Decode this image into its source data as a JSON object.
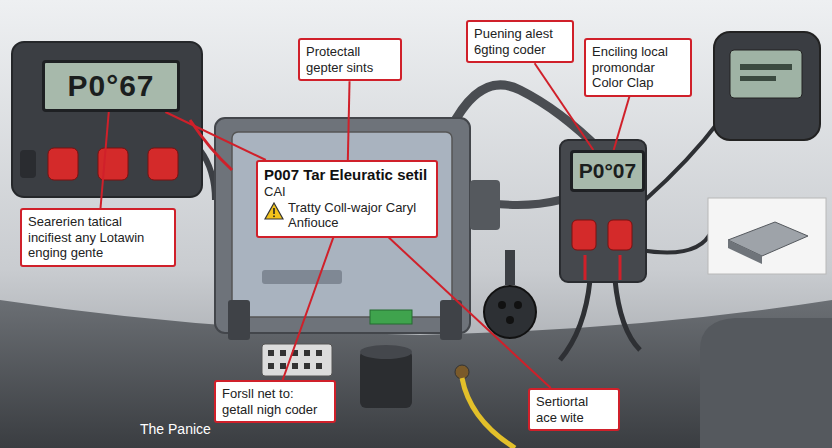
{
  "diagram": {
    "caption": "The Panice",
    "nodes": [
      {
        "text": [
          "P0°67"
        ]
      },
      {
        "text": [
          "Protectall gepter sints"
        ]
      },
      {
        "text": [
          "Puening alest 6gting coder"
        ]
      },
      {
        "text": [
          "Enciling local promondar Color Clap"
        ]
      },
      {
        "text": [
          "P007 Tar Eleuratic setil",
          "CAI",
          "Tratty Coll-wajor Caryl Anfiouce"
        ]
      },
      {
        "text": [
          "Searerien tatical incifiest any Lotawin enging gente"
        ]
      },
      {
        "text": [
          "P0°07"
        ]
      },
      {
        "text": [
          "Forsll net to: getall nigh coder"
        ]
      },
      {
        "text": [
          "Sertiortal ace wite"
        ]
      }
    ],
    "edges": [
      {
        "from": 5,
        "to": 0,
        "arrow": "none"
      },
      {
        "from": 1,
        "to": 4,
        "arrow": "none"
      },
      {
        "from": 2,
        "to": 6,
        "arrow": "none"
      },
      {
        "from": 3,
        "to": 6,
        "arrow": "none"
      },
      {
        "from": 7,
        "to": 4,
        "arrow": "none"
      },
      {
        "from": 8,
        "to": 4,
        "arrow": "none"
      },
      {
        "from": 0,
        "to": 4,
        "arrow": "none"
      }
    ]
  }
}
